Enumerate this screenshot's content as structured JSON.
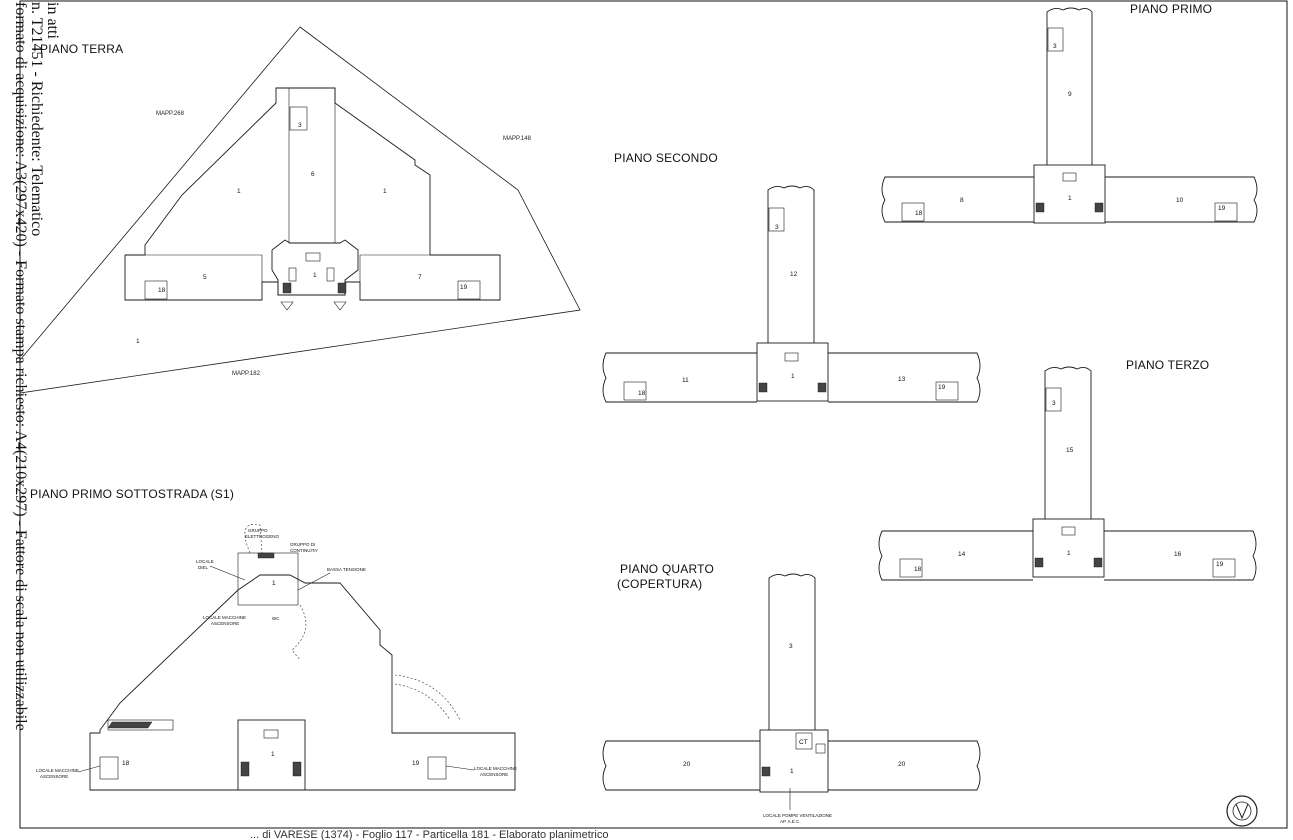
{
  "side_note": {
    "line1": "in atti",
    "line2": "n. T21451 - Richiedente: Telematico",
    "line3": "formato di acquisizione: A3(297x420) - Formato stampa richiesto: A4(210x297) - Fattore di scala non utilizzabile"
  },
  "floors": {
    "piano_terra": "PIANO TERRA",
    "piano_primo": "PIANO PRIMO",
    "piano_secondo": "PIANO SECONDO",
    "piano_terzo": "PIANO TERZO",
    "piano_quarto_1": "PIANO QUARTO",
    "piano_quarto_2": "(COPERTURA)",
    "sottostrada": "PIANO PRIMO SOTTOSTRADA (S1)"
  },
  "parcels": {
    "mapp268": "MAPP.268",
    "mapp148": "MAPP.148",
    "mapp182": "MAPP.182"
  },
  "rooms": {
    "r1": "1",
    "r3": "3",
    "r5": "5",
    "r6": "6",
    "r7": "7",
    "r8": "8",
    "r9": "9",
    "r10": "10",
    "r11": "11",
    "r12": "12",
    "r13": "13",
    "r14": "14",
    "r15": "15",
    "r16": "16",
    "r18": "18",
    "r19": "19",
    "r20": "20",
    "ct": "CT"
  },
  "s1_labels": {
    "gruppo_elettrogeno_1": "GRUPPO",
    "gruppo_elettrogeno_2": "ELETTROGENO",
    "gruppo_continuita_1": "GRUPPO DI",
    "gruppo_continuita_2": "CONTINUITA'",
    "locale_diesel_1": "LOCALE",
    "locale_diesel_2": "DIEL",
    "bassa_tensione": "BASSA TENSIONE",
    "macchine_asc_1": "LOCALE MACCHINE",
    "macchine_asc_2": "ASCENSORE",
    "wc": "WC",
    "macchine_left_1": "LOCALE MACCHINE",
    "macchine_left_2": "ASCENSORE",
    "macchine_right_1": "LOCALE MACCHINE",
    "macchine_right_2": "ASCENSORE"
  },
  "roof_labels": {
    "pompe_1": "LOCALE POMPE VENTILAZIONE",
    "pompe_2": "AP. A.E.C."
  },
  "footer": "... di VARESE (1374) - Foglio 117 - Particella 181 - Elaborato planimetrico"
}
